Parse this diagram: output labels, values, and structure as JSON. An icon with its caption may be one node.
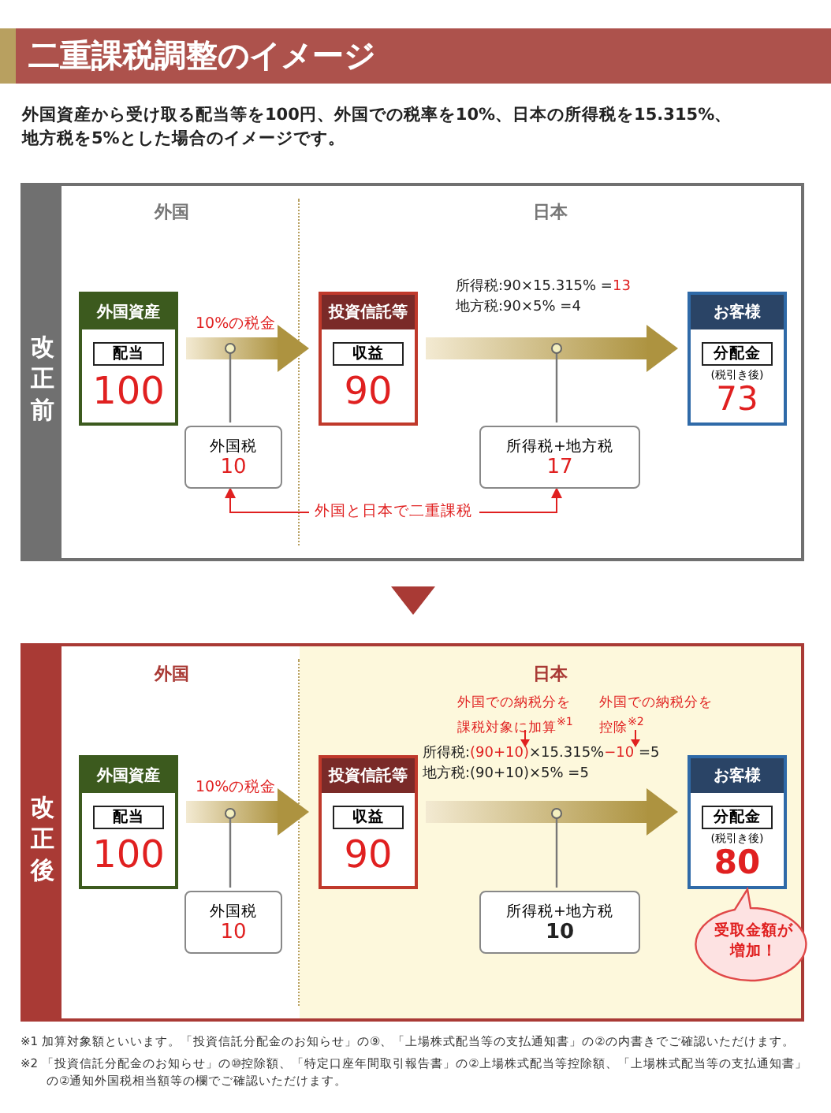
{
  "diagram": {
    "title": "二重課税調整のイメージ",
    "nodes": [
      {
        "text": [
          "改正前"
        ]
      },
      {
        "text": [
          "外国資産",
          "配当",
          "100"
        ],
        "in": 0
      },
      {
        "text": [
          "外国税",
          "10"
        ],
        "in": 0
      },
      {
        "text": [
          "投資信託等",
          "収益",
          "90"
        ],
        "in": 0
      },
      {
        "text": [
          "所得税+地方税",
          "17"
        ],
        "in": 0
      },
      {
        "text": [
          "お客様",
          "分配金",
          "(税引き後)",
          "73"
        ],
        "in": 0
      },
      {
        "text": [
          "改正後"
        ]
      },
      {
        "text": [
          "外国資産",
          "配当",
          "100"
        ],
        "in": 6
      },
      {
        "text": [
          "外国税",
          "10"
        ],
        "in": 6
      },
      {
        "text": [
          "投資信託等",
          "収益",
          "90"
        ],
        "in": 6
      },
      {
        "text": [
          "所得税+地方税",
          "10"
        ],
        "in": 6
      },
      {
        "text": [
          "お客様",
          "分配金",
          "(税引き後)",
          "80"
        ],
        "in": 6
      },
      {
        "text": [
          "受取金額が増加！"
        ],
        "in": 6
      }
    ],
    "edges": [
      {
        "from": 1,
        "to": 3,
        "arrow": "to",
        "label": "10%の税金",
        "style": "thick"
      },
      {
        "from": 3,
        "to": 5,
        "arrow": "to",
        "style": "thick"
      },
      {
        "from": null,
        "to": 2,
        "arrow": "other"
      },
      {
        "from": null,
        "to": 4,
        "arrow": "other"
      },
      {
        "from": 2,
        "to": 4,
        "arrow": "both",
        "label": "外国と日本で二重課税",
        "color": "#e02020"
      },
      {
        "from": 7,
        "to": 9,
        "arrow": "to",
        "label": "10%の税金",
        "style": "thick"
      },
      {
        "from": 9,
        "to": 11,
        "arrow": "to",
        "style": "thick"
      },
      {
        "from": null,
        "to": 8,
        "arrow": "other"
      },
      {
        "from": null,
        "to": 10,
        "arrow": "other"
      }
    ],
    "labels": [
      "外国資産から受け取る配当等を100円、外国での税率を10%、日本の所得税を15.315%、地方税を5%とした場合のイメージです。",
      "外国",
      "日本",
      "所得税:90×15.315% =**13**",
      "地方税:90×5% =4",
      "外国",
      "日本",
      "外国での納税分を課税対象に加算$^{※1}$",
      "外国での納税分を控除$^{※2}$",
      "所得税:**(90+10)**×15.315%**−10** =5",
      "地方税:(90+10)×5% =5",
      "※1 加算対象額といいます。「投資信託分配金のお知らせ」の⑨、「上場株式配当等の支払通知書」の②の内書きでご確認いただけます。",
      "※2 「投資信託分配金のお知らせ」の⑩控除額、「特定口座年間取引報告書」の②上場株式配当等控除額、「上場株式配当等の支払通知書」の②通知外国税相当額等の欄でご確認いただけます。"
    ]
  }
}
